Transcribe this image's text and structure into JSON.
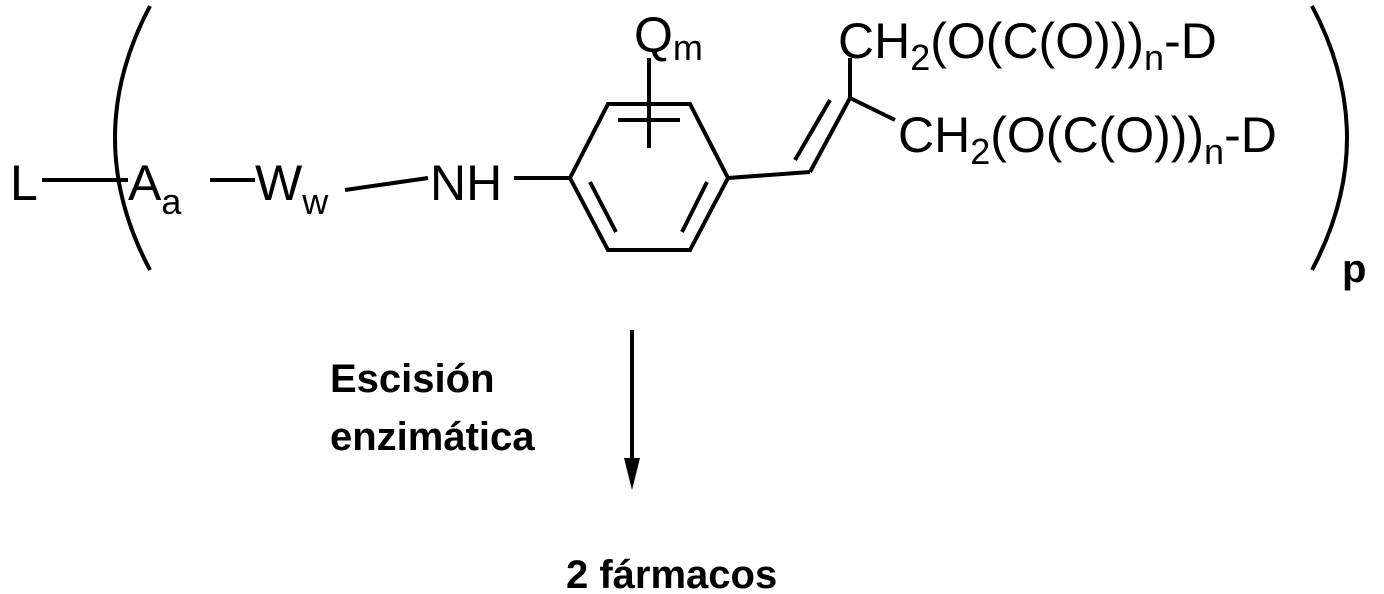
{
  "molecule": {
    "l_label": "L",
    "a_main": "A",
    "a_sub": "a",
    "w_main": "W",
    "w_sub": "w",
    "nh_label": "NH",
    "q_main": "Q",
    "q_sub": "m",
    "chain_top": {
      "ch": "CH",
      "two": "2",
      "mid": "(O(C(O)))",
      "n": "n",
      "end": "-D"
    },
    "chain_bottom": {
      "ch": "CH",
      "two": "2",
      "mid": "(O(C(O)))",
      "n": "n",
      "end": "-D"
    },
    "repeat_index": "p"
  },
  "reaction": {
    "condition_line1": "Escisión",
    "condition_line2": "enzimática",
    "product": "2 fármacos"
  }
}
